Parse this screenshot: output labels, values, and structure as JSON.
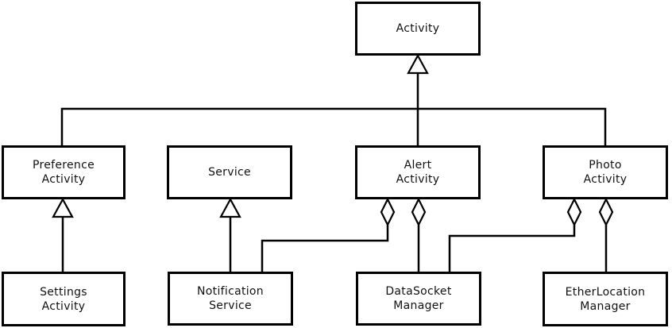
{
  "diagram": {
    "kind": "uml-class-diagram",
    "colors": {
      "background": "#ffffff",
      "line": "#000000",
      "box_fill": "#ffffff",
      "text": "#111111"
    },
    "nodes": {
      "activity": {
        "label": "Activity"
      },
      "preference": {
        "line1": "Preference",
        "line2": "Activity"
      },
      "service": {
        "label": "Service"
      },
      "alert": {
        "line1": "Alert",
        "line2": "Activity"
      },
      "photo": {
        "line1": "Photo",
        "line2": "Activity"
      },
      "settings": {
        "line1": "Settings",
        "line2": "Activity"
      },
      "notification": {
        "line1": "Notification",
        "line2": "Service"
      },
      "datasocket": {
        "line1": "DataSocket",
        "line2": "Manager"
      },
      "etherlocation": {
        "line1": "EtherLocation",
        "line2": "Manager"
      }
    },
    "relationships": [
      {
        "from": "Preference Activity",
        "to": "Activity",
        "type": "inheritance"
      },
      {
        "from": "Alert Activity",
        "to": "Activity",
        "type": "inheritance"
      },
      {
        "from": "Photo Activity",
        "to": "Activity",
        "type": "inheritance"
      },
      {
        "from": "Settings Activity",
        "to": "Preference Activity",
        "type": "inheritance"
      },
      {
        "from": "Notification Service",
        "to": "Service",
        "type": "inheritance"
      },
      {
        "from": "Notification Service",
        "to": "Alert Activity",
        "type": "aggregation"
      },
      {
        "from": "DataSocket Manager",
        "to": "Alert Activity",
        "type": "aggregation"
      },
      {
        "from": "DataSocket Manager",
        "to": "Photo Activity",
        "type": "aggregation"
      },
      {
        "from": "EtherLocation Manager",
        "to": "Photo Activity",
        "type": "aggregation"
      }
    ]
  }
}
